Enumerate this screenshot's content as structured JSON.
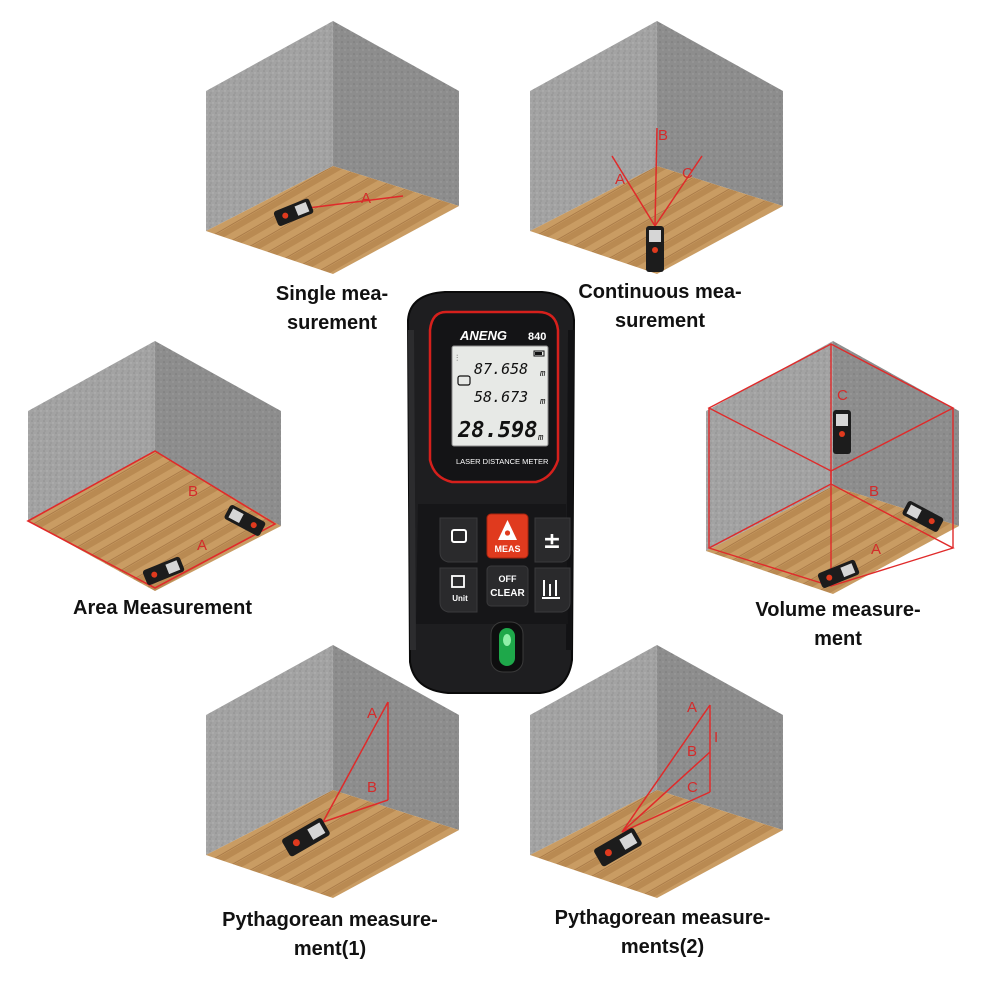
{
  "captions": {
    "single": "Single mea-\nsurement",
    "continuous": "Continuous mea-\nsurement",
    "area": "Area Measurement",
    "volume": "Volume measure-\nment",
    "pyth1": "Pythagorean measure-\nment(1)",
    "pyth2": "Pythagorean measure-\nments(2)"
  },
  "labels": {
    "single": [
      "A"
    ],
    "continuous": [
      "A",
      "B",
      "C"
    ],
    "area": [
      "A",
      "B"
    ],
    "volume": [
      "A",
      "B",
      "C"
    ],
    "pyth1": [
      "A",
      "B"
    ],
    "pyth2": [
      "A",
      "B",
      "C",
      "I"
    ]
  },
  "device": {
    "brand": "ANENG",
    "model": "840",
    "readings": [
      "87.658",
      "58.673",
      "28.598"
    ],
    "unit": "m",
    "panel_label": "LASER DISTANCE METER",
    "meas_button": "MEAS",
    "off_label": "OFF",
    "clear_label": "CLEAR",
    "unit_button": "Unit"
  },
  "colors": {
    "laser": "#e02a2a",
    "accent": "#e03a1e",
    "wall": "#9c9c9c",
    "floor": "#c79a62"
  }
}
